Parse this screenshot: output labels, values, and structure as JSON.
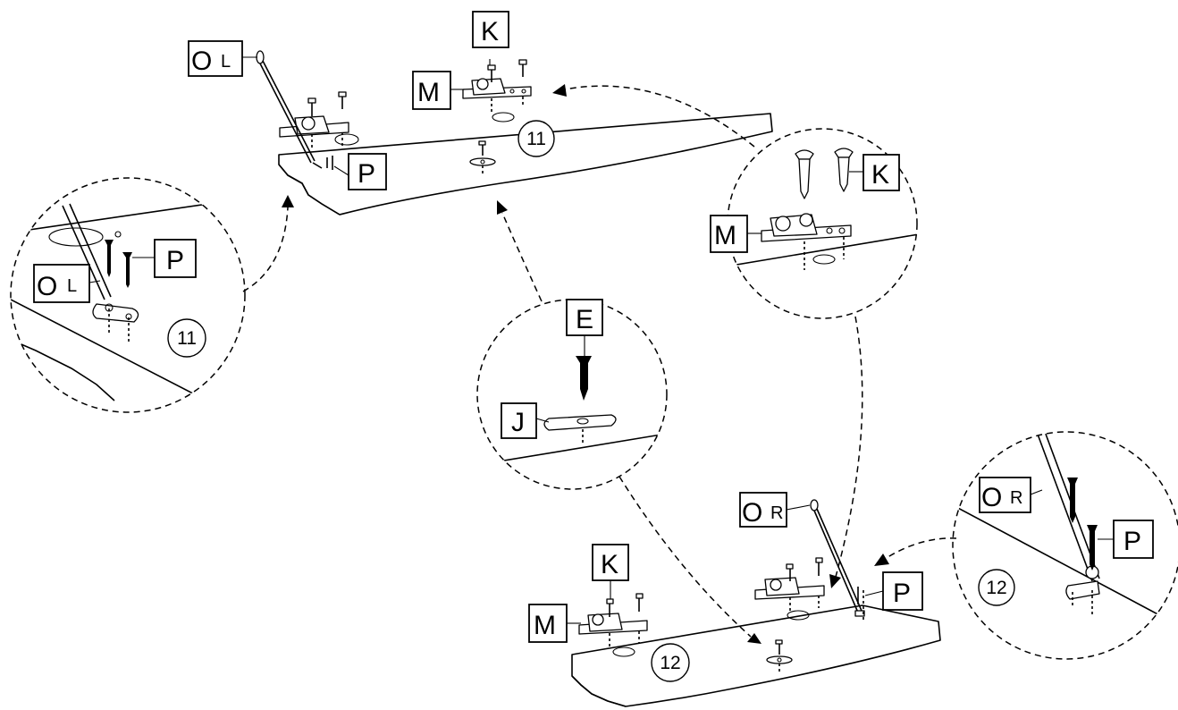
{
  "labels": {
    "OL_main": {
      "letter": "O",
      "sub": "L"
    },
    "OL_detail": {
      "letter": "O",
      "sub": "L"
    },
    "OR_main": {
      "letter": "O",
      "sub": "R"
    },
    "OR_detail": {
      "letter": "O",
      "sub": "R"
    },
    "K_top": "K",
    "K_detail": "K",
    "K_bottom": "K",
    "M_top": "M",
    "M_detail": "M",
    "M_bottom": "M",
    "P_top": "P",
    "P_detail_left": "P",
    "P_bottom": "P",
    "P_detail_right": "P",
    "E": "E",
    "J": "J"
  },
  "steps": {
    "top_board": "11",
    "left_detail": "11",
    "bottom_board": "12",
    "right_detail": "12"
  }
}
